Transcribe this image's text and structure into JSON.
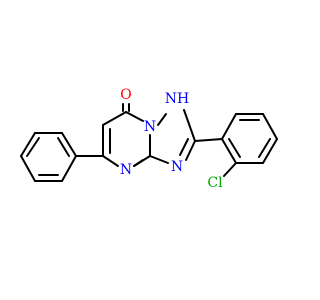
{
  "molecule": {
    "atoms": {
      "oxygen": {
        "label": "O",
        "color": "#ff0000"
      },
      "nh": {
        "label": "NH",
        "color": "#0000ff"
      },
      "n_bridge": {
        "label": "N",
        "color": "#0000ff"
      },
      "n_triazole": {
        "label": "N",
        "color": "#0000ff"
      },
      "n_pyrimidine": {
        "label": "N",
        "color": "#0000ff"
      },
      "chlorine": {
        "label": "Cl",
        "color": "#00aa00"
      }
    },
    "bond_color": "#000000"
  }
}
